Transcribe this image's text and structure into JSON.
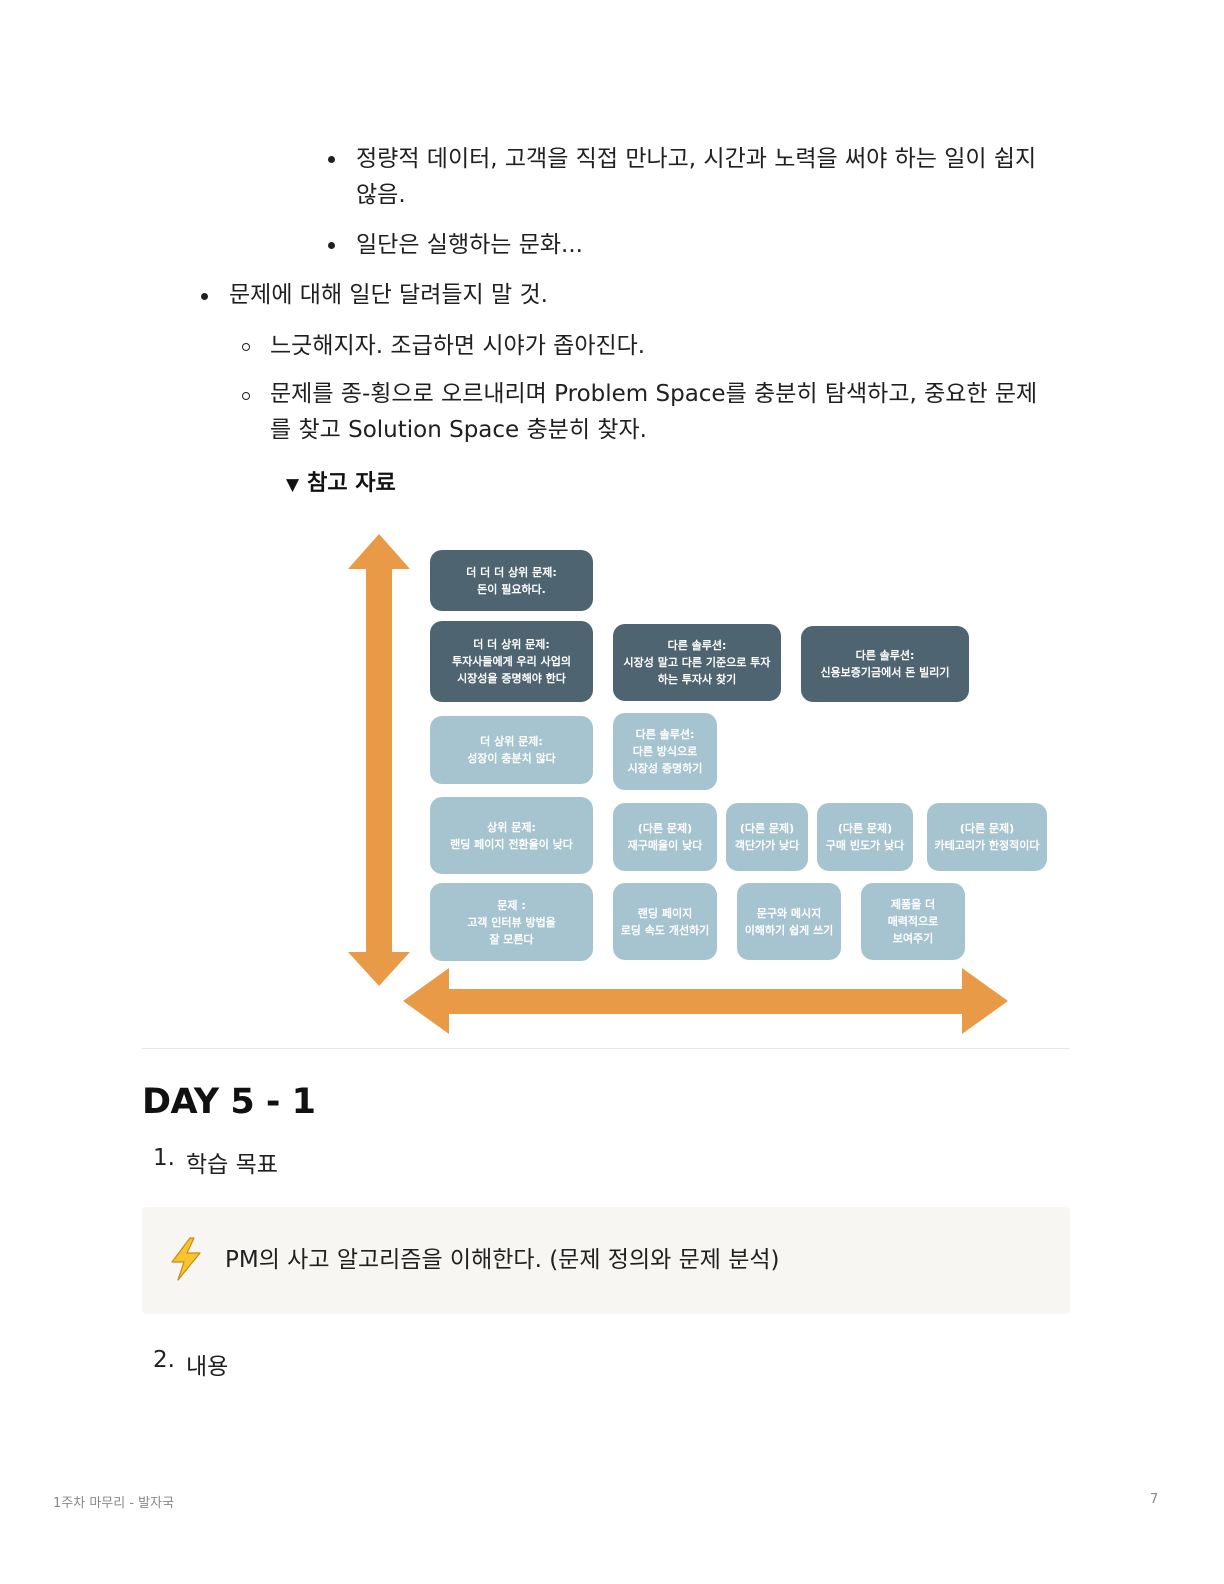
{
  "bullets": {
    "b1": "정량적 데이터, 고객을 직접 만나고, 시간과 노력을 써야 하는 일이 쉽지",
    "b1_cont": "않음.",
    "b2": "일단은 실행하는 문화...",
    "b3": "문제에 대해 일단 달려들지 말 것.",
    "b4": "느긋해지자. 조급하면 시야가 좁아진다.",
    "b5": "문제를 종-횡으로 오르내리며 Problem Space를 충분히 탐색하고, 중요한 문제",
    "b5_cont": "를 찾고 Solution Space 충분히 찾자."
  },
  "toggle": {
    "arrow": "▼",
    "label": "참고 자료"
  },
  "diagram": {
    "boxes": {
      "b_top": "더 더 더 상위 문제:\n돈이 필요하다.",
      "b_upper2": "더 더 상위 문제:\n투자사들에게 우리 사업의\n시장성을 증명해야 한다",
      "b_sol1": "다른 솔루션:\n시장성 말고 다른 기준으로 투자\n하는 투자사 찾기",
      "b_sol2": "다른 솔루션:\n신용보증기금에서 돈 빌리기",
      "b_upper1": "더 상위 문제:\n성장이 충분치 않다",
      "b_sol3": "다른 솔루션:\n다른 방식으로\n시장성 증명하기",
      "b_upper": "상위 문제:\n랜딩 페이지 전환율이 낮다",
      "b_other1": "(다른 문제)\n재구매율이 낮다",
      "b_other2": "(다른 문제)\n객단가가 낮다",
      "b_other3": "(다른 문제)\n구매 빈도가 낮다",
      "b_other4": "(다른 문제)\n카테고리가 한정적이다",
      "b_problem": "문제 :\n고객 인터뷰 방법을\n잘 모른다",
      "b_act1": "랜딩 페이지\n로딩 속도 개선하기",
      "b_act2": "문구와 메시지\n이해하기 쉽게 쓰기",
      "b_act3": "제품을 더\n매력적으로\n보여주기"
    },
    "colors": {
      "arrow": "#e89a46",
      "dark": "#4e6470",
      "light": "#a6c4d0"
    }
  },
  "section": {
    "title": "DAY 5 - 1",
    "item1_num": "1.",
    "item1_label": "학습 목표",
    "callout_text": "PM의 사고 알고리즘을 이해한다. (문제 정의와 문제 분석)",
    "callout_icon": "lightning-icon",
    "item2_num": "2.",
    "item2_label": "내용"
  },
  "footer": {
    "left": "1주차 마무리 - 발자국",
    "page": "7"
  }
}
